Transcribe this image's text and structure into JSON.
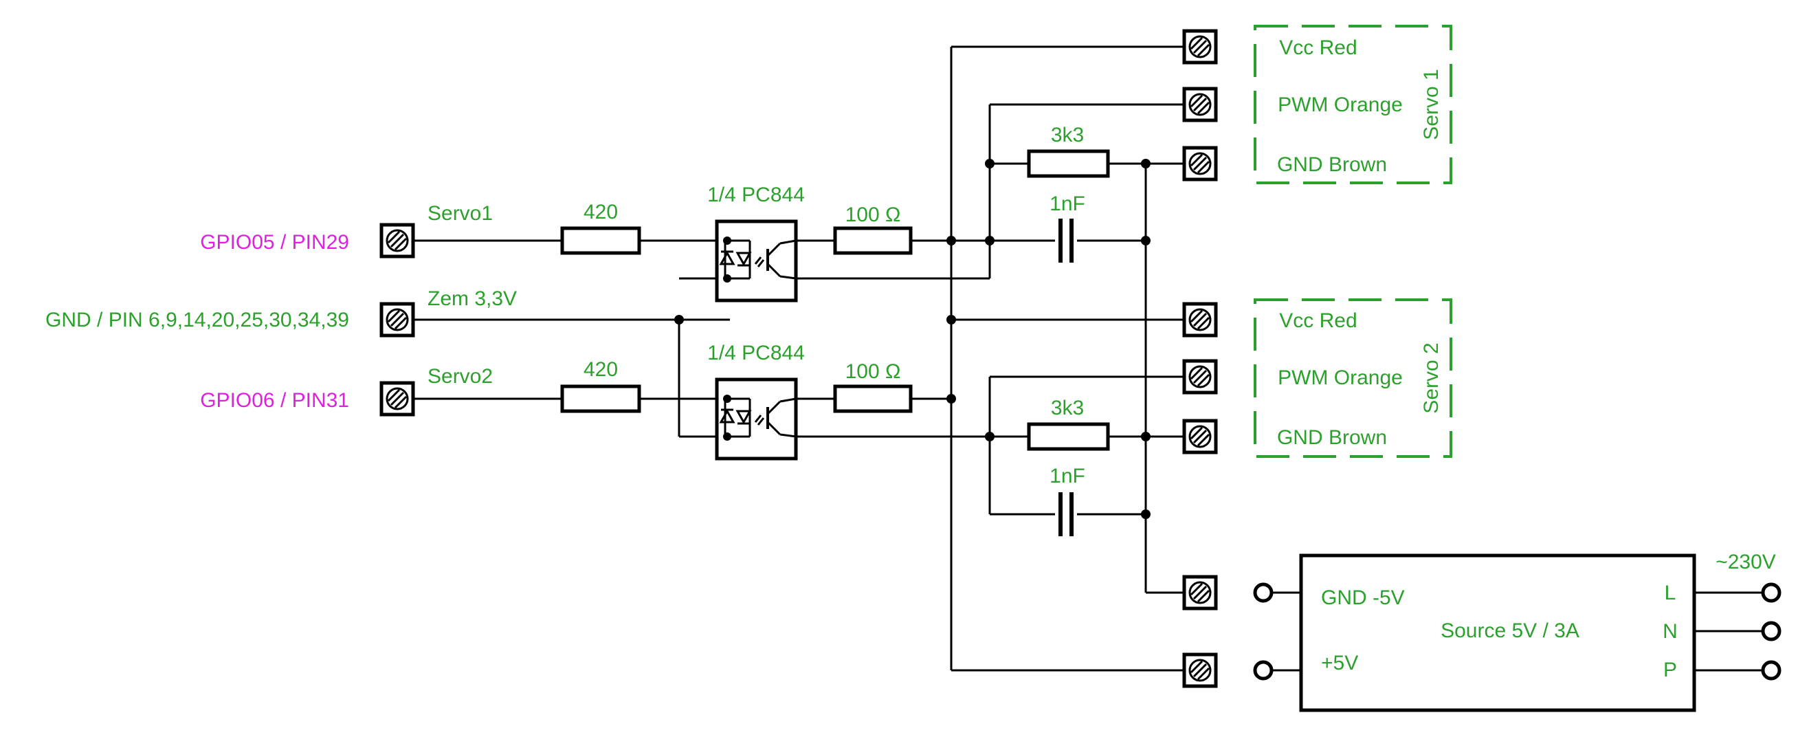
{
  "colors": {
    "label": "#2ca02c",
    "gpio": "#e020e0",
    "wire": "#000000"
  },
  "inputs": {
    "gpio05": "GPIO05 / PIN29",
    "gnd": "GND / PIN 6,9,14,20,25,30,34,39",
    "gpio06": "GPIO06 / PIN31"
  },
  "nets": {
    "servo1": "Servo1",
    "ground": "Zem 3,3V",
    "servo2": "Servo2"
  },
  "parts": {
    "r_in1": "420",
    "r_in2": "420",
    "opto1": "1/4 PC844",
    "opto2": "1/4 PC844",
    "r_out1": "100 Ω",
    "r_out2": "100 Ω",
    "pullup1": "3k3",
    "pullup2": "3k3",
    "cap1": "1nF",
    "cap2": "1nF"
  },
  "servo1": {
    "title": "Servo 1",
    "vcc": "Vcc Red",
    "pwm": "PWM Orange",
    "gnd": "GND Brown"
  },
  "servo2": {
    "title": "Servo 2",
    "vcc": "Vcc Red",
    "pwm": "PWM Orange",
    "gnd": "GND Brown"
  },
  "source": {
    "name": "Source 5V / 3A",
    "gnd": "GND -5V",
    "plus": "+5V",
    "l": "L",
    "n": "N",
    "p": "P",
    "mains": "~230V"
  },
  "icons": [
    "screw-terminal-icon",
    "resistor-icon",
    "capacitor-icon",
    "optocoupler-icon",
    "open-terminal-icon"
  ]
}
